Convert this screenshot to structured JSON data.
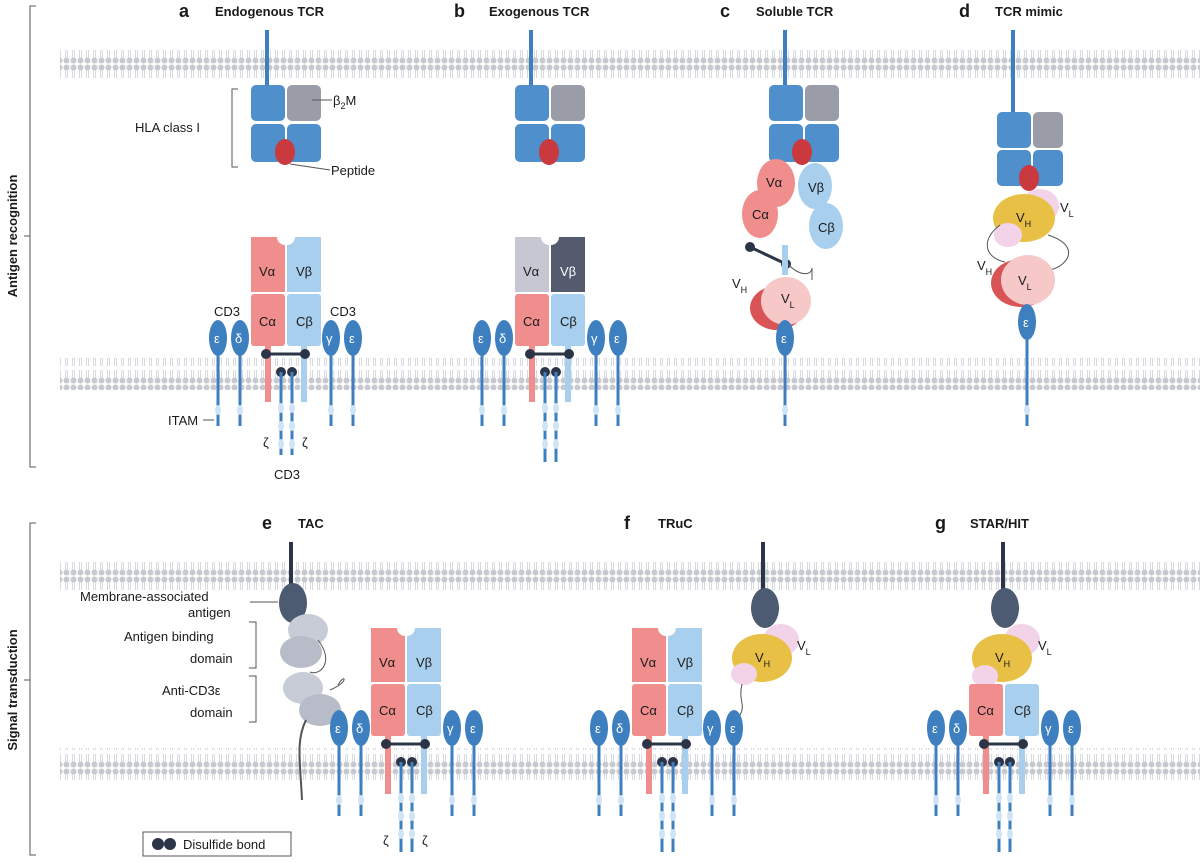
{
  "section_labels": {
    "top": "Antigen recognition",
    "bottom": "Signal transduction"
  },
  "panels": {
    "a": {
      "letter": "a",
      "title": "Endogenous TCR"
    },
    "b": {
      "letter": "b",
      "title": "Exogenous TCR"
    },
    "c": {
      "letter": "c",
      "title": "Soluble TCR"
    },
    "d": {
      "letter": "d",
      "title": "TCR mimic"
    },
    "e": {
      "letter": "e",
      "title": "TAC"
    },
    "f": {
      "letter": "f",
      "title": "TRuC"
    },
    "g": {
      "letter": "g",
      "title": "STAR/HIT"
    }
  },
  "annotations": {
    "hla": "HLA class I",
    "b2m": "β",
    "b2m_sub": "2",
    "b2m_tail": "M",
    "peptide": "Peptide",
    "cd3": "CD3",
    "itam": "ITAM",
    "zeta": "ζ",
    "mem_antigen_1": "Membrane-associated",
    "mem_antigen_2": "antigen",
    "abd_1": "Antigen binding",
    "abd_2": "domain",
    "anti_cd3_1": "Anti-CD3ε",
    "anti_cd3_2": "domain",
    "disulfide": "Disulfide bond"
  },
  "chains": {
    "va": "Vα",
    "vb": "Vβ",
    "ca": "Cα",
    "cb": "Cβ",
    "eps": "ε",
    "delta": "δ",
    "gamma": "γ",
    "v": "V",
    "h": "H",
    "l": "L"
  },
  "colors": {
    "hla_blue": "#4f8fcb",
    "b2m_gray": "#9a9ca8",
    "peptide_red": "#c9393d",
    "alpha_pink": "#f08d8d",
    "beta_blue": "#a8cfee",
    "cd3_blue": "#3d7fbf",
    "itam": "#cfe4f5",
    "vh_yellow": "#e8c046",
    "vl_pink": "#f3d3e8",
    "dark_antigen": "#4c5a72",
    "gray_binder": "#c8ccd6",
    "membrane": "#c9ccd3"
  }
}
